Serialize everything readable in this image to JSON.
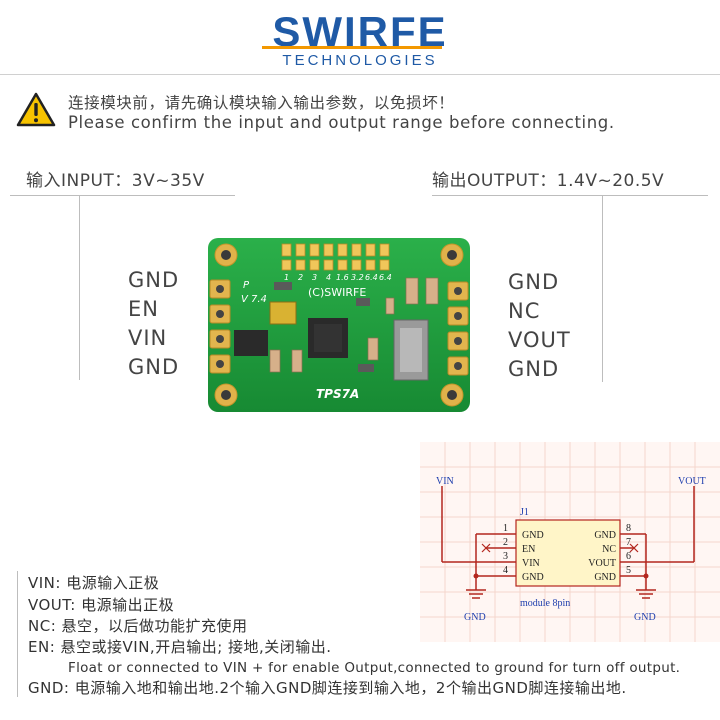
{
  "logo": {
    "brand_before": "SW",
    "brand_i": "I",
    "brand_after": "RFE",
    "sub": "TECHNOLOGIES"
  },
  "warning": {
    "icon": "warning-triangle-icon",
    "cn": "连接模块前，请先确认模块输入输出参数，以免损坏！",
    "en": "Please confirm the input and output range before connecting."
  },
  "input": {
    "label": "输入INPUT：3V~35V",
    "pins": [
      "GND",
      "EN",
      "VIN",
      "GND"
    ]
  },
  "output": {
    "label": "输出OUTPUT：1.4V~20.5V",
    "pins": [
      "GND",
      "NC",
      "VOUT",
      "GND"
    ]
  },
  "board": {
    "silk_brand": "(C)SWIRFE",
    "silk_version": "V 7.4",
    "silk_p": "P",
    "model": "TPS7A",
    "top_pads": [
      "1",
      "2",
      "3",
      "4",
      "1.6",
      "3.2",
      "6.4",
      "6.4"
    ]
  },
  "schematic": {
    "ref": "J1",
    "module": "module 8pin",
    "vin": "VIN",
    "vout": "VOUT",
    "gnd_left": "GND",
    "gnd_right": "GND",
    "left_nums": [
      "1",
      "2",
      "3",
      "4"
    ],
    "left_names": [
      "GND",
      "EN",
      "VIN",
      "GND"
    ],
    "right_nums": [
      "8",
      "7",
      "6",
      "5"
    ],
    "right_names": [
      "GND",
      "NC",
      "VOUT",
      "GND"
    ]
  },
  "descriptions": [
    "VIN:  电源输入正极",
    "VOUT: 电源输出正极",
    "NC: 悬空，以后做功能扩充使用",
    "EN: 悬空或接VIN,开启输出; 接地,关闭输出.",
    "Float or connected to VIN + for enable Output,connected to ground for turn off output.",
    "GND: 电源输入地和输出地.2个输入GND脚连接到输入地，2个输出GND脚连接输出地."
  ],
  "colors": {
    "brand": "#1f5aa6",
    "accent": "#f39800",
    "pcb": "#1e9a3a",
    "schematic_red": "#b3261e"
  }
}
